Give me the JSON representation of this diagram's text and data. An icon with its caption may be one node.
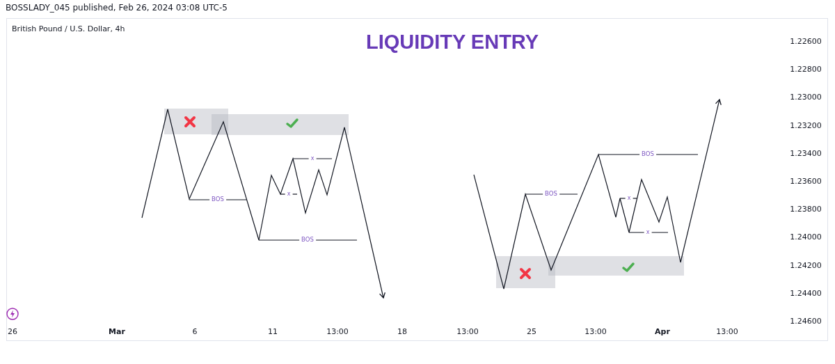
{
  "diagram": {
    "title": "LIQUIDITY ENTRY",
    "labels": [
      "BOSSLADY_045 published, Feb 26, 2024 03:08 UTC-5",
      "British Pound / U.S. Dollar, 4h",
      "x",
      "x",
      "BOS",
      "BOS",
      "BOS",
      "BOS",
      "x",
      "x",
      "1.22600",
      "1.22800",
      "1.23000",
      "1.23200",
      "1.23400",
      "1.23600",
      "1.23800",
      "1.24000",
      "1.24200",
      "1.24400",
      "1.24600",
      "26",
      "Mar",
      "6",
      "11",
      "13:00",
      "18",
      "13:00",
      "25",
      "13:00",
      "Apr",
      "13:00"
    ]
  }
}
